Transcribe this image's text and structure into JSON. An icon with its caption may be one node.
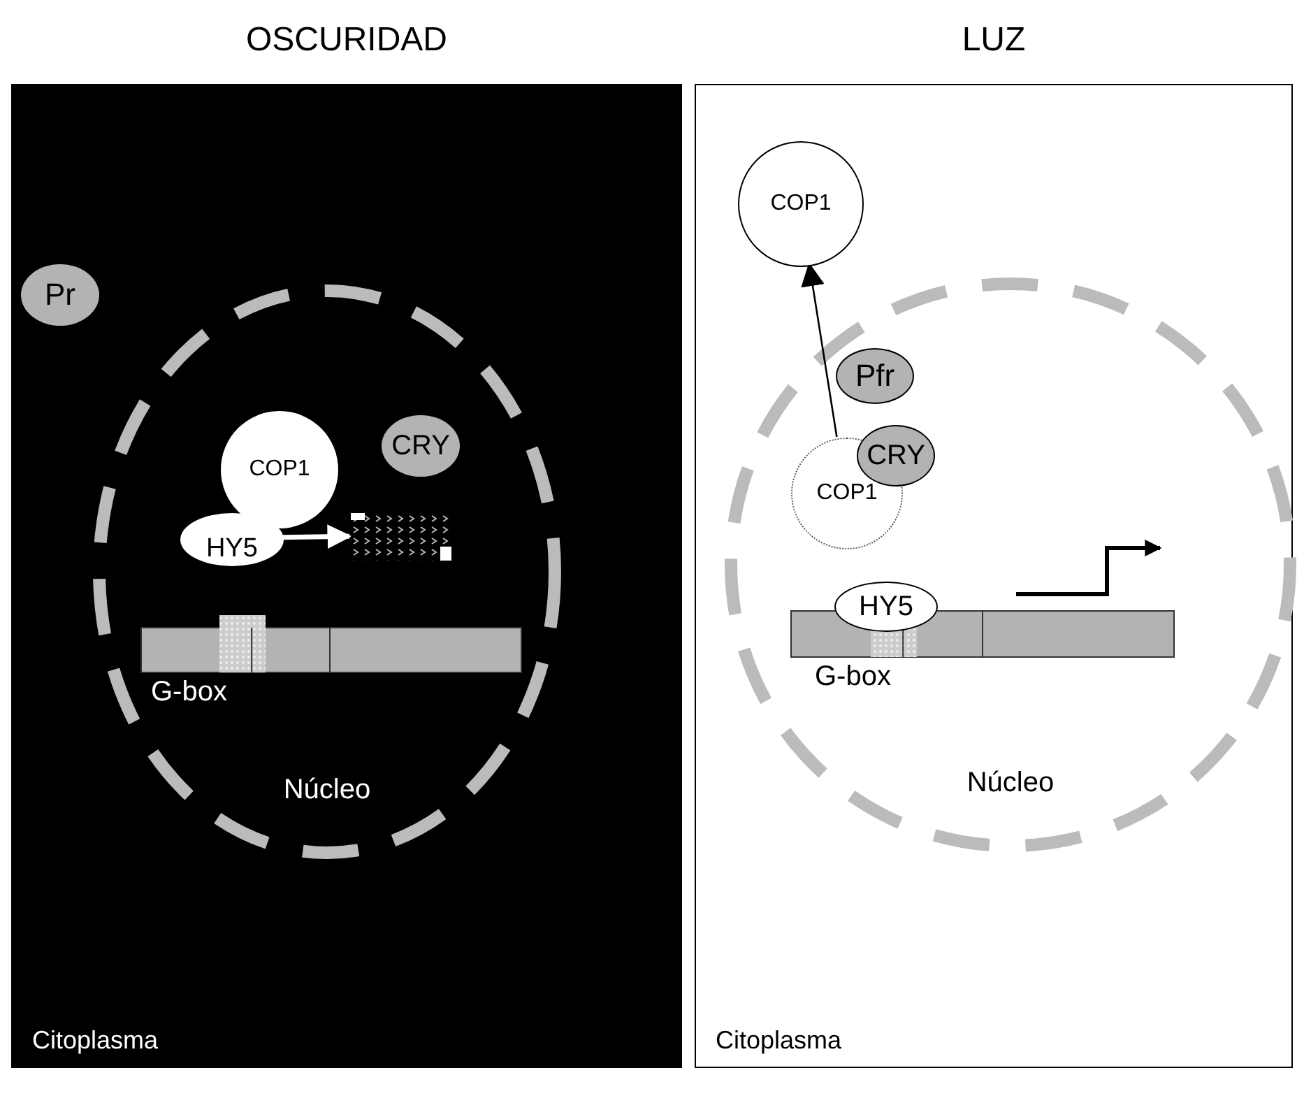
{
  "diagram": {
    "nodes": [
      {
        "text": [
          "OSCURIDAD",
          "Citoplasma"
        ]
      },
      {
        "text": [
          "Pr"
        ],
        "in": 0
      },
      {
        "text": [
          "Núcleo"
        ],
        "in": 0
      },
      {
        "text": [
          "CRY"
        ],
        "in": 2
      },
      {
        "text": [
          "COP1"
        ],
        "in": 2
      },
      {
        "text": [
          "HY5"
        ],
        "in": 2
      },
      {
        "text": [],
        "shape": "box",
        "in": 2
      },
      {
        "text": [
          "LUZ",
          "Citoplasma"
        ]
      },
      {
        "text": [
          "COP1"
        ],
        "in": 7
      },
      {
        "text": [
          "Núcleo"
        ],
        "in": 7
      },
      {
        "text": [
          "Pfr"
        ],
        "in": 9
      },
      {
        "text": [
          "CRY"
        ],
        "in": 9
      },
      {
        "text": [
          "COP1"
        ],
        "in": 9
      },
      {
        "text": [
          "HY5"
        ],
        "in": 9
      }
    ],
    "edges": [
      {
        "from": 5,
        "to": 6,
        "arrow": "to",
        "style": "thick",
        "color": "#ffffff"
      },
      {
        "from": 12,
        "to": 8,
        "arrow": "to",
        "color": "#000000"
      }
    ],
    "labels": [
      "G-box",
      "G-box"
    ]
  }
}
